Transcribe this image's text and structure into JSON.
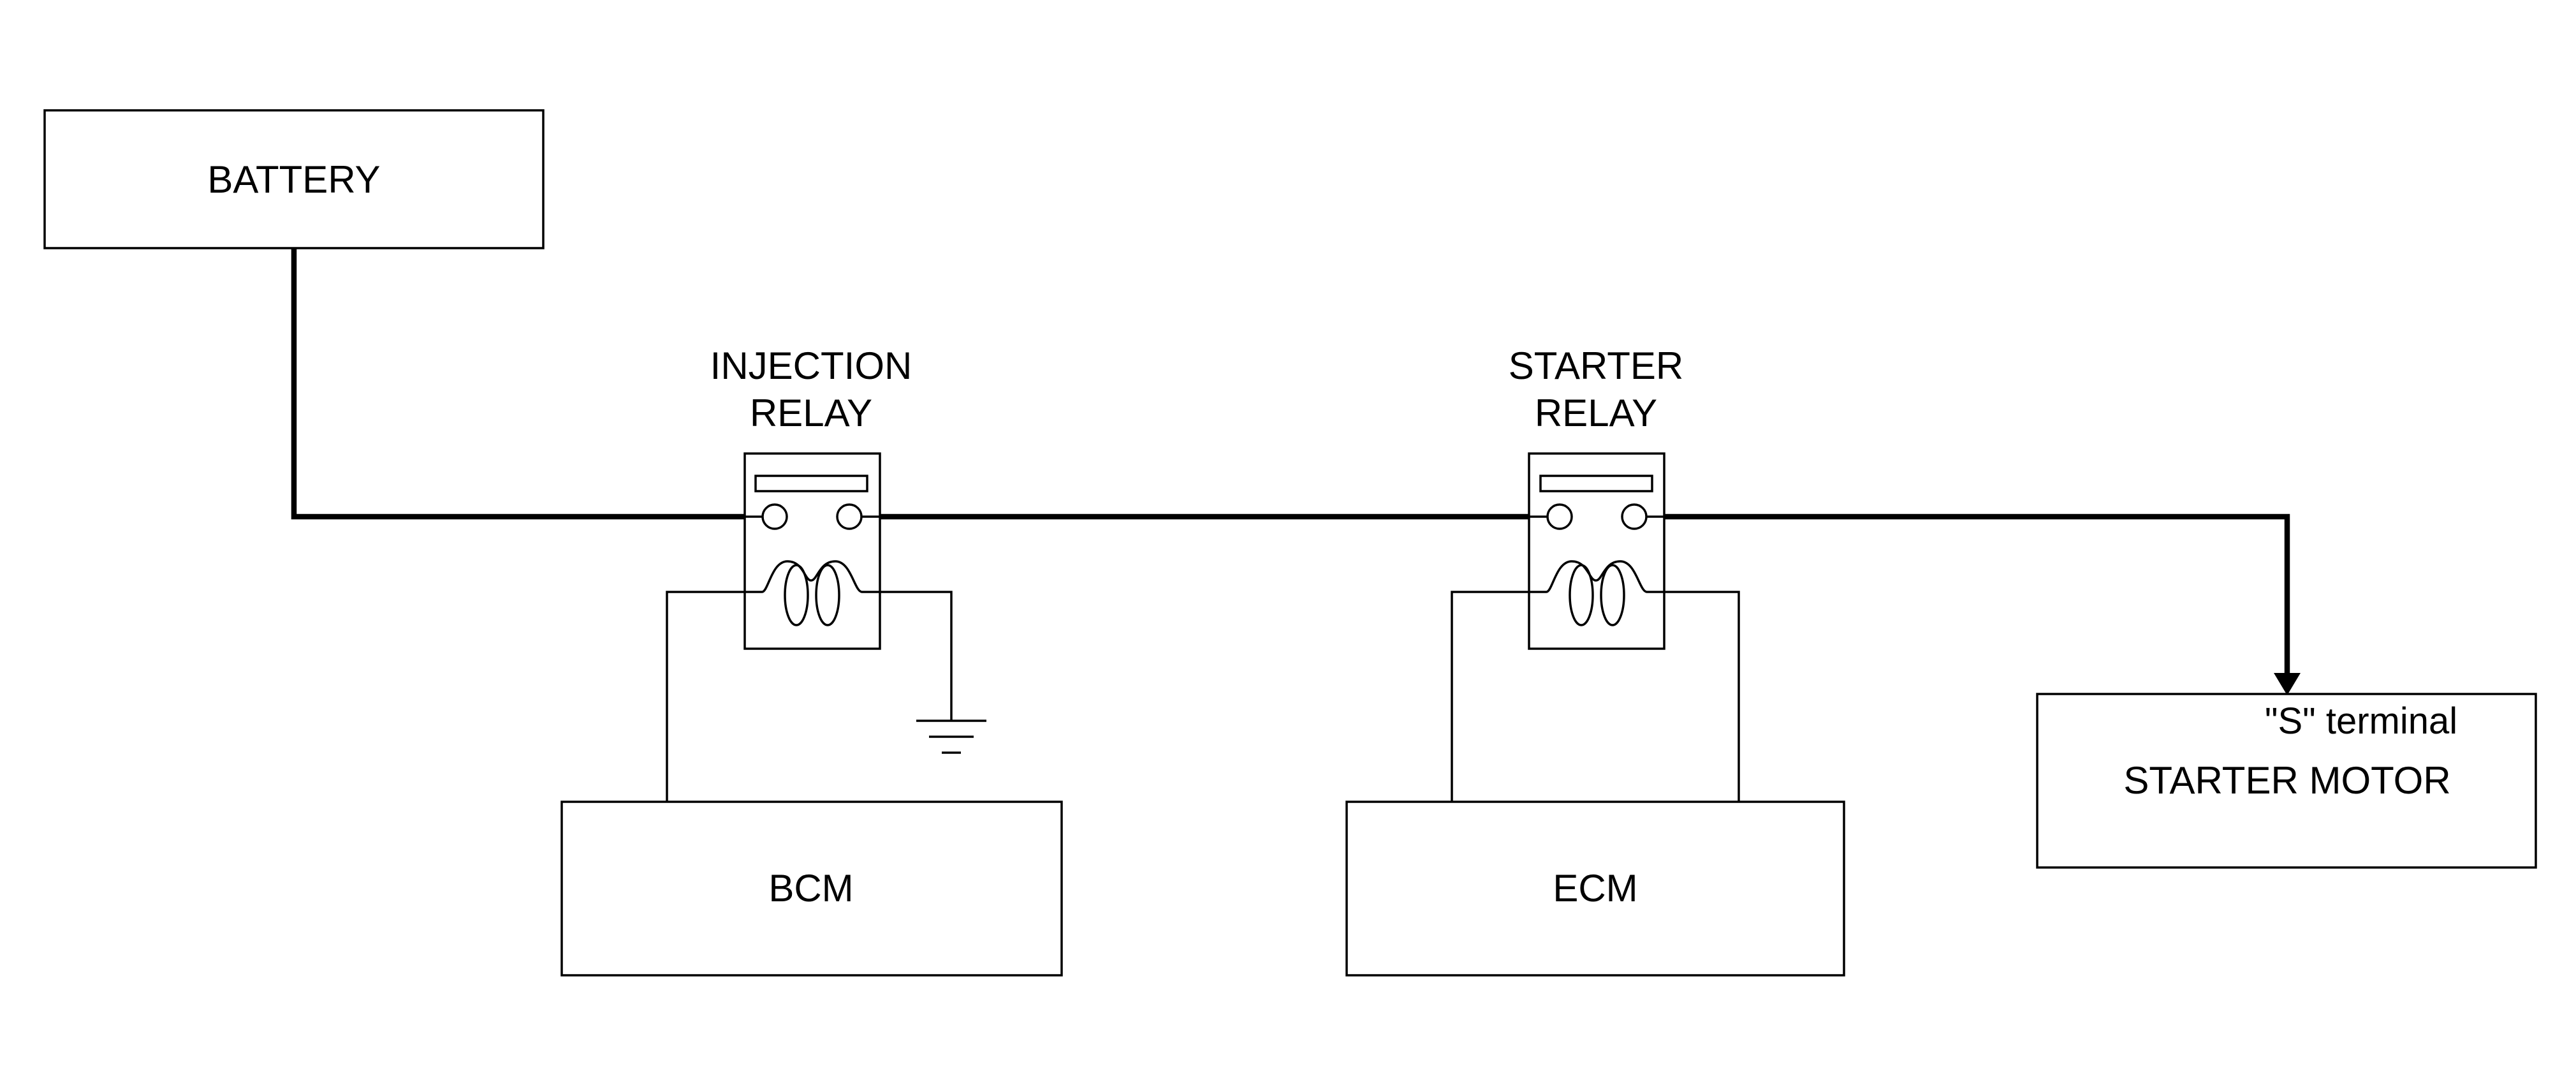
{
  "diagram": {
    "battery": {
      "label": "BATTERY"
    },
    "injection_relay": {
      "label_line1": "INJECTION",
      "label_line2": "RELAY"
    },
    "starter_relay": {
      "label_line1": "STARTER",
      "label_line2": "RELAY"
    },
    "bcm": {
      "label": "BCM"
    },
    "ecm": {
      "label": "ECM"
    },
    "starter_motor": {
      "label": "STARTER MOTOR",
      "terminal_label": "\"S\" terminal"
    }
  },
  "colors": {
    "line": "#000000",
    "background": "#ffffff"
  }
}
